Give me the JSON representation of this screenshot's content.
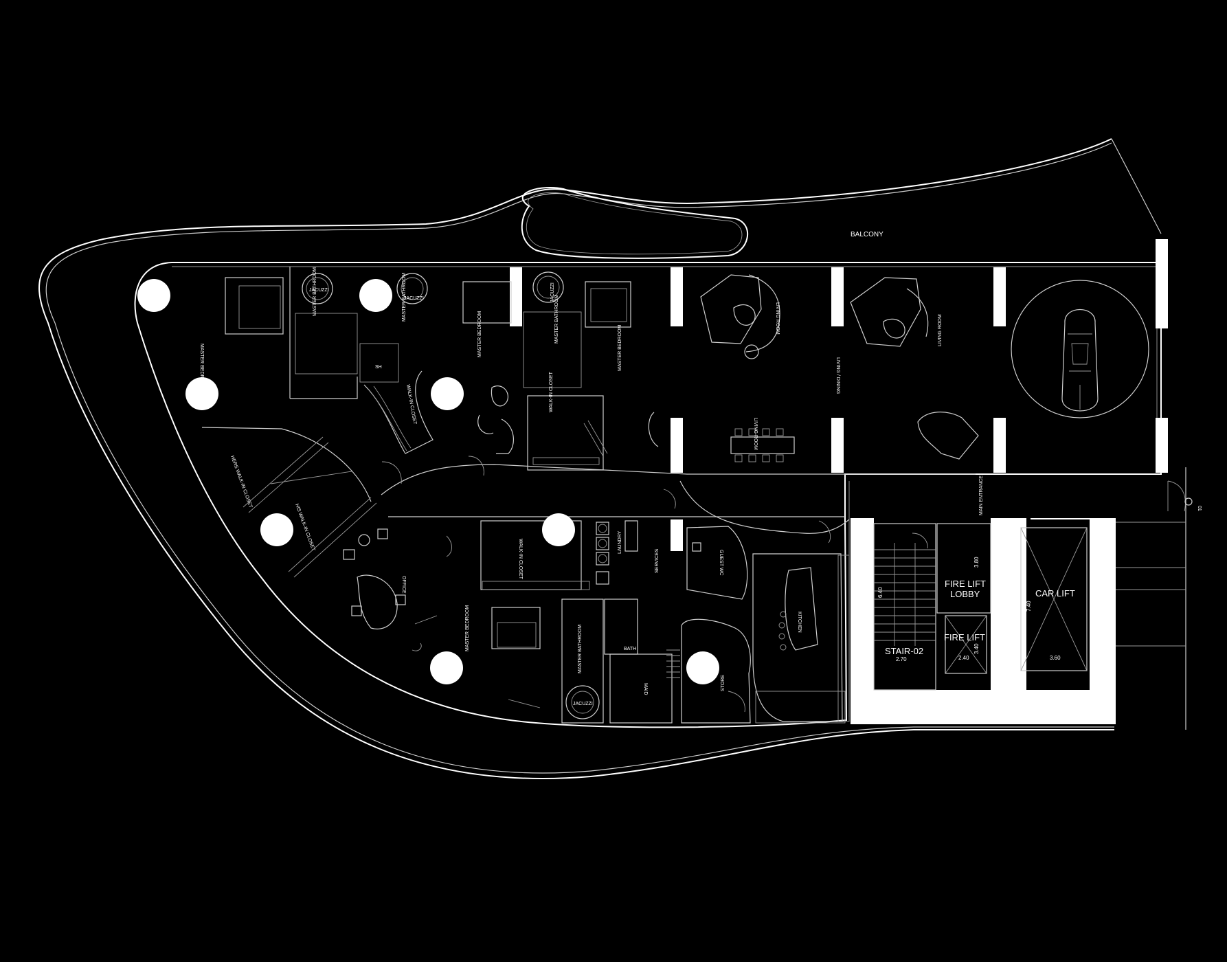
{
  "drawing": {
    "rooms": {
      "balcony": "BALCONY",
      "master_bedroom_1": "MASTER BEDROOM",
      "master_bathroom_1": "MASTER BATHROOM",
      "jacuzzi_1": "JACUZZI",
      "jacuzzi_2": "JACUZZI",
      "jacuzzi_3": "JACUZZI",
      "master_bathroom_2": "MASTER BATHROOM",
      "walk_in_closet_1": "WALK-IN CLOSET",
      "master_bedroom_2": "MASTER BEDROOM",
      "jacuzzi_4": "JACUZZI",
      "walk_in_closet_2": "WALK-IN CLOSET",
      "master_bedroom_3": "MASTER BEDROOM",
      "living_room_1": "LIVING ROOM",
      "living_dining": "LIVING / DINING",
      "living_room_2": "LIVING ROOM",
      "hers_walk_in_closet": "HERS WALK-IN CLOSET",
      "his_walk_in_closet": "HIS WALK-IN CLOSET",
      "office": "OFFICE",
      "walk_in_closet_3": "WALK-IN CLOSET",
      "laundry": "LAUNDRY",
      "services": "SERVICES",
      "guest_wc": "GUEST WC",
      "master_bedroom_4": "MASTER BEDROOM",
      "master_bathroom_3": "MASTER BATHROOM",
      "bath": "BATH",
      "maid": "MAID",
      "store": "STORE",
      "kitchen": "KITCHEN",
      "main_entrance": "MAIN ENTRANCE",
      "fire_lift_lobby_1": "FIRE LIFT",
      "fire_lift_lobby_2": "LOBBY",
      "fire_lift": "FIRE LIFT",
      "stair": "STAIR-02",
      "car_lift": "CAR LIFT",
      "dim_stair_w": "2.70",
      "dim_stair_h": "6.40",
      "dim_lobby": "3.80",
      "dim_fire_w": "2.40",
      "dim_fire_h": "3.40",
      "dim_car_w": "3.60",
      "dim_car_h": "7.40",
      "section_mark": "01"
    }
  }
}
